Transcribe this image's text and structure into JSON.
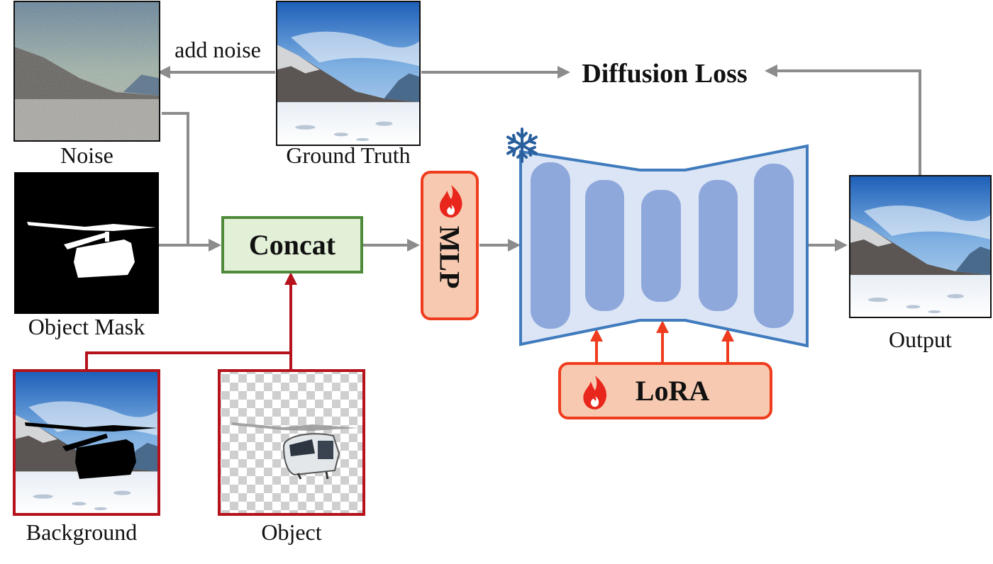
{
  "labels": {
    "noise": "Noise",
    "ground_truth": "Ground Truth",
    "object_mask": "Object Mask",
    "background": "Background",
    "object": "Object",
    "output": "Output",
    "add_noise": "add noise",
    "diffusion_loss": "Diffusion Loss"
  },
  "blocks": {
    "concat": "Concat",
    "mlp": "MLP",
    "lora": "LoRA"
  },
  "icons": {
    "frozen": "snowflake-icon",
    "trainable": "flame-icon"
  },
  "colors": {
    "arrow_gray": "#8c8c8c",
    "conditional_red": "#b5121b",
    "trainable_red": "#f03c1e",
    "trainable_fill": "#f6c9b0",
    "concat_border": "#4f8a3a",
    "concat_fill": "#e3f0d8",
    "unet_border": "#3f7bbd",
    "unet_fill": "#dbe5f5",
    "unet_block": "#8fa8dc"
  }
}
